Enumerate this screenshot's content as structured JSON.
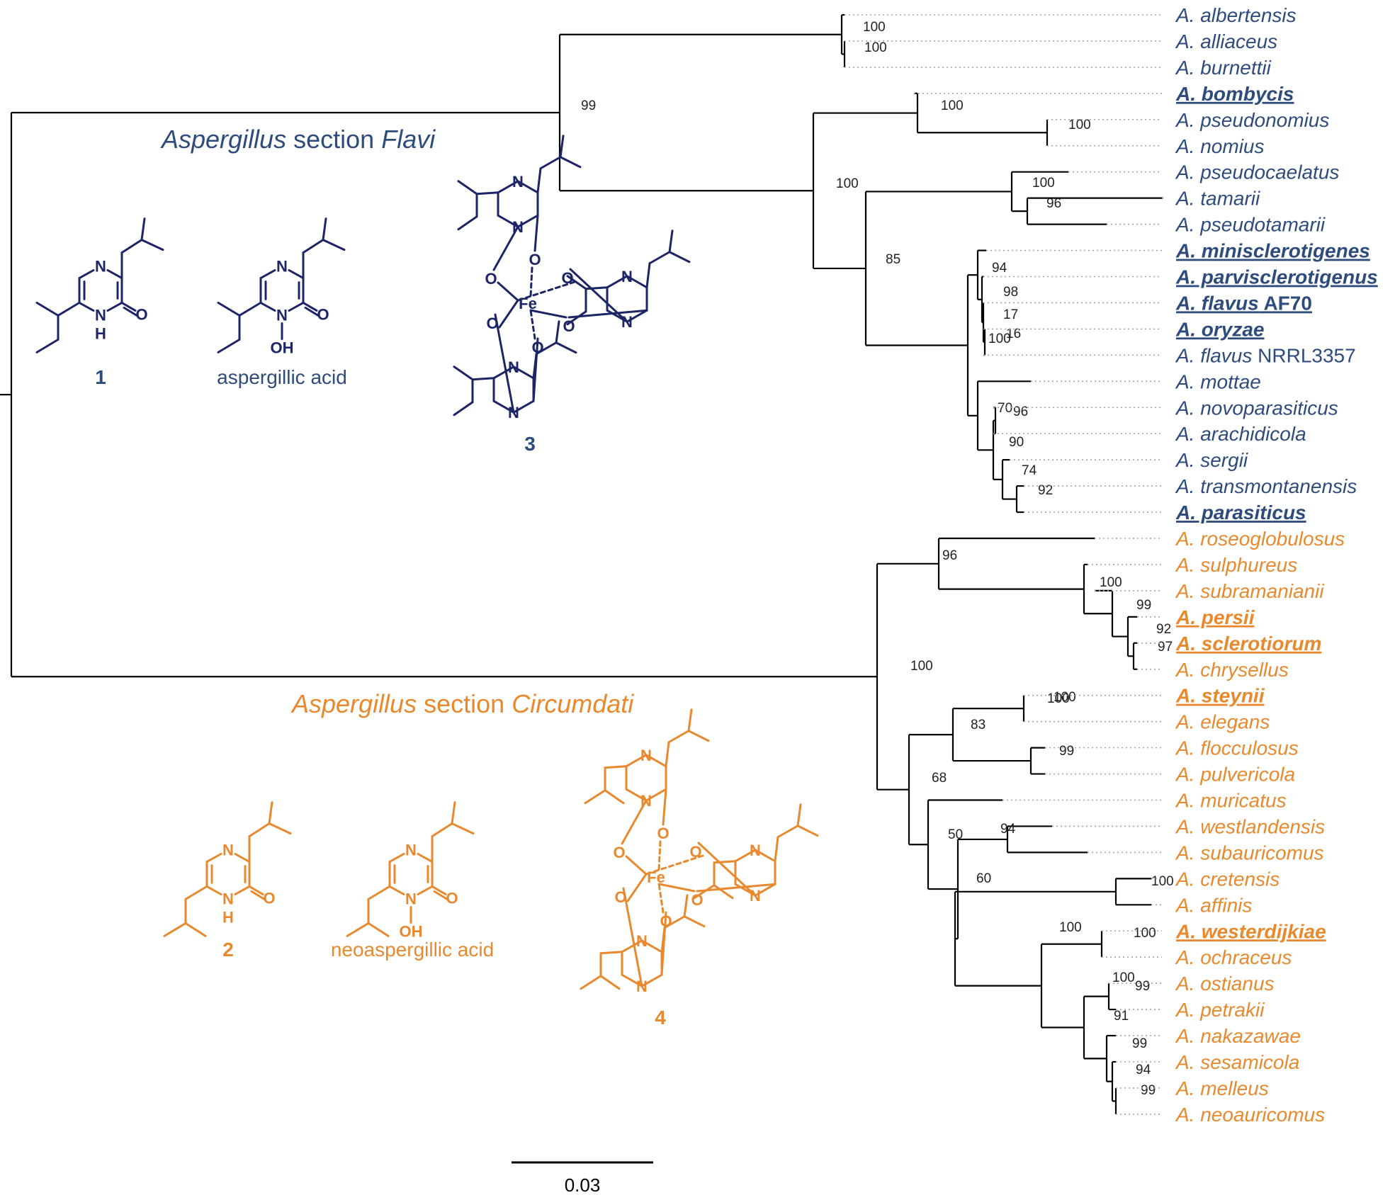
{
  "colors": {
    "flavi": "#2e4b7d",
    "flavi_dark": "#1c2566",
    "circumdati": "#e8892e",
    "branch": "#000000",
    "dotted": "#a6a6a6"
  },
  "section_flavi": {
    "genus": "Aspergillus",
    "word": "section",
    "name": "Flavi"
  },
  "section_circumdati": {
    "genus": "Aspergillus",
    "word": "section",
    "name": "Circumdati"
  },
  "compounds": [
    {
      "id": "1",
      "label": "1"
    },
    {
      "id": "aa",
      "label": "aspergillic acid"
    },
    {
      "id": "3",
      "label": "3"
    },
    {
      "id": "2",
      "label": "2"
    },
    {
      "id": "naa",
      "label": "neoaspergillic acid"
    },
    {
      "id": "4",
      "label": "4"
    }
  ],
  "atoms": {
    "N": "N",
    "H": "H",
    "O": "O",
    "OH": "OH",
    "Fe": "Fe"
  },
  "scale_bar": {
    "label": "0.03"
  },
  "species": [
    {
      "name": "A. albertensis",
      "group": "flavi",
      "bold": false
    },
    {
      "name": "A. alliaceus",
      "group": "flavi",
      "bold": false
    },
    {
      "name": "A. burnettii",
      "group": "flavi",
      "bold": false
    },
    {
      "name": "A. bombycis",
      "group": "flavi",
      "bold": true
    },
    {
      "name": "A. pseudonomius",
      "group": "flavi",
      "bold": false
    },
    {
      "name": "A. nomius",
      "group": "flavi",
      "bold": false
    },
    {
      "name": "A. pseudocaelatus",
      "group": "flavi",
      "bold": false
    },
    {
      "name": "A. tamarii",
      "group": "flavi",
      "bold": false
    },
    {
      "name": "A. pseudotamarii",
      "group": "flavi",
      "bold": false
    },
    {
      "name": "A. minisclerotigenes",
      "group": "flavi",
      "bold": true
    },
    {
      "name": "A. parvisclerotigenus",
      "group": "flavi",
      "bold": true
    },
    {
      "name": "A. flavus",
      "suffix": " AF70",
      "group": "flavi",
      "bold": true
    },
    {
      "name": "A. oryzae",
      "group": "flavi",
      "bold": true
    },
    {
      "name": "A. flavus",
      "suffix": " NRRL3357",
      "group": "flavi",
      "bold": false
    },
    {
      "name": "A. mottae",
      "group": "flavi",
      "bold": false
    },
    {
      "name": "A. novoparasiticus",
      "group": "flavi",
      "bold": false
    },
    {
      "name": "A. arachidicola",
      "group": "flavi",
      "bold": false
    },
    {
      "name": "A. sergii",
      "group": "flavi",
      "bold": false
    },
    {
      "name": "A. transmontanensis",
      "group": "flavi",
      "bold": false
    },
    {
      "name": "A. parasiticus",
      "group": "flavi",
      "bold": true
    },
    {
      "name": "A. roseoglobulosus",
      "group": "circumdati",
      "bold": false
    },
    {
      "name": "A. sulphureus",
      "group": "circumdati",
      "bold": false
    },
    {
      "name": "A. subramanianii",
      "group": "circumdati",
      "bold": false
    },
    {
      "name": "A. persii",
      "group": "circumdati",
      "bold": true
    },
    {
      "name": "A. sclerotiorum",
      "group": "circumdati",
      "bold": true
    },
    {
      "name": "A. chrysellus",
      "group": "circumdati",
      "bold": false
    },
    {
      "name": "A. steynii",
      "group": "circumdati",
      "bold": true
    },
    {
      "name": "A. elegans",
      "group": "circumdati",
      "bold": false
    },
    {
      "name": "A. flocculosus",
      "group": "circumdati",
      "bold": false
    },
    {
      "name": "A. pulvericola",
      "group": "circumdati",
      "bold": false
    },
    {
      "name": "A. muricatus",
      "group": "circumdati",
      "bold": false
    },
    {
      "name": "A. westlandensis",
      "group": "circumdati",
      "bold": false
    },
    {
      "name": "A. subauricomus",
      "group": "circumdati",
      "bold": false
    },
    {
      "name": "A. cretensis",
      "group": "circumdati",
      "bold": false
    },
    {
      "name": "A. affinis",
      "group": "circumdati",
      "bold": false
    },
    {
      "name": "A. westerdijkiae",
      "group": "circumdati",
      "bold": true
    },
    {
      "name": "A. ochraceus",
      "group": "circumdati",
      "bold": false
    },
    {
      "name": "A. ostianus",
      "group": "circumdati",
      "bold": false
    },
    {
      "name": "A. petrakii",
      "group": "circumdati",
      "bold": false
    },
    {
      "name": "A. nakazawae",
      "group": "circumdati",
      "bold": false
    },
    {
      "name": "A. sesamicola",
      "group": "circumdati",
      "bold": false
    },
    {
      "name": "A. melleus",
      "group": "circumdati",
      "bold": false
    },
    {
      "name": "A. neoauricomus",
      "group": "circumdati",
      "bold": false
    }
  ],
  "bootstrap": [
    "100",
    "100",
    "99",
    "100",
    "100",
    "100",
    "100",
    "96",
    "85",
    "94",
    "98",
    "17",
    "100",
    "16",
    "70",
    "96",
    "90",
    "74",
    "92",
    "100",
    "96",
    "100",
    "99",
    "92",
    "97",
    "100",
    "83",
    "100",
    "99",
    "68",
    "50",
    "94",
    "60",
    "100",
    "100",
    "100",
    "100",
    "99",
    "91",
    "99",
    "94",
    "99"
  ]
}
